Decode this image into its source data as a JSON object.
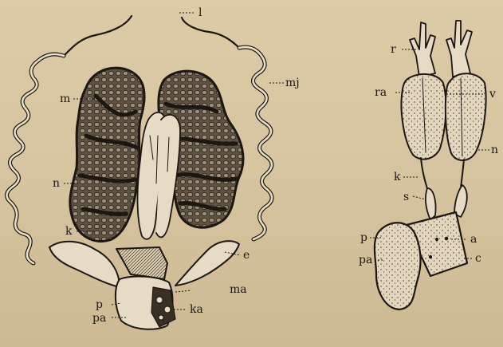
{
  "figure": {
    "left_panel": {
      "labels": {
        "l": "l",
        "mj": "mj",
        "m": "m",
        "n": "n",
        "k": "k",
        "e": "e",
        "p": "p",
        "ma": "ma",
        "pa": "pa",
        "ka": "ka"
      }
    },
    "right_panel": {
      "labels": {
        "r": "r",
        "ra": "ra",
        "v": "v",
        "n": "n",
        "k": "k",
        "s": "s",
        "p": "p",
        "a": "a",
        "pa": "pa",
        "c": "c"
      }
    },
    "colors": {
      "paper": "#d9c7a3",
      "ink": "#1d1712",
      "gland_fill": "#6f6251",
      "tissue_fill": "#e6dcc6"
    }
  }
}
